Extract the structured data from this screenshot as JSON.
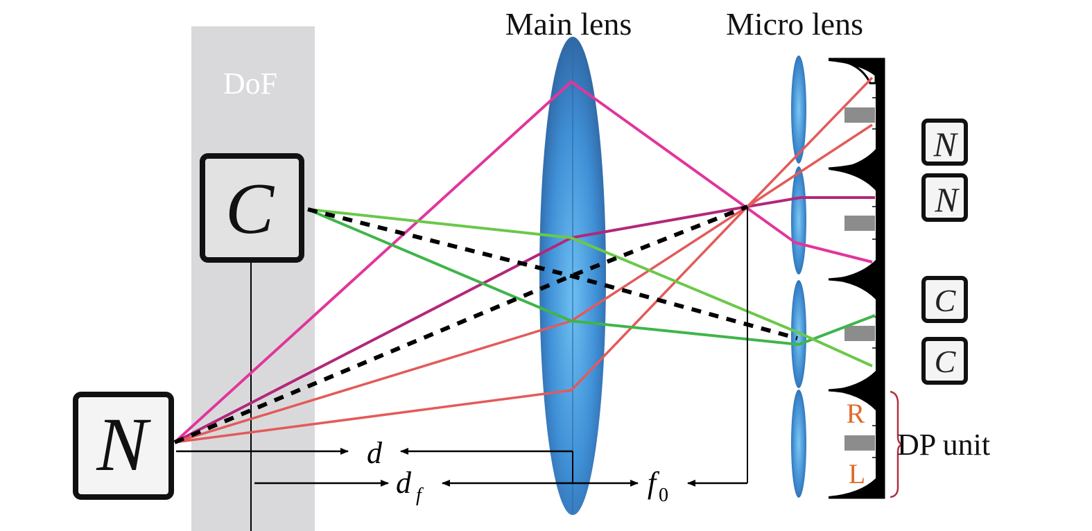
{
  "labels": {
    "main_lens": "Main lens",
    "micro_lens": "Micro lens",
    "dof": "DoF",
    "near_object": "N",
    "center_object": "C",
    "d": "d",
    "df": "d",
    "df_sub": "f",
    "f0": "f",
    "f0_sub": "0",
    "dp_unit": "DP unit",
    "right_pixel": "R",
    "left_pixel": "L",
    "sensor_images": [
      "N",
      "N",
      "C",
      "C"
    ]
  },
  "colors": {
    "dof_band": "#d9d9db",
    "lens_blue": "#3f8fd6",
    "ray_magenta": "#e2359b",
    "ray_purple": "#b3277a",
    "ray_red": "#e35a5a",
    "ray_green": "#3fb54a",
    "ray_light_green": "#6bc84a",
    "pixel_label": "#e06a2a",
    "brace": "#b03040",
    "pixel_gray": "#8c8c8c"
  }
}
